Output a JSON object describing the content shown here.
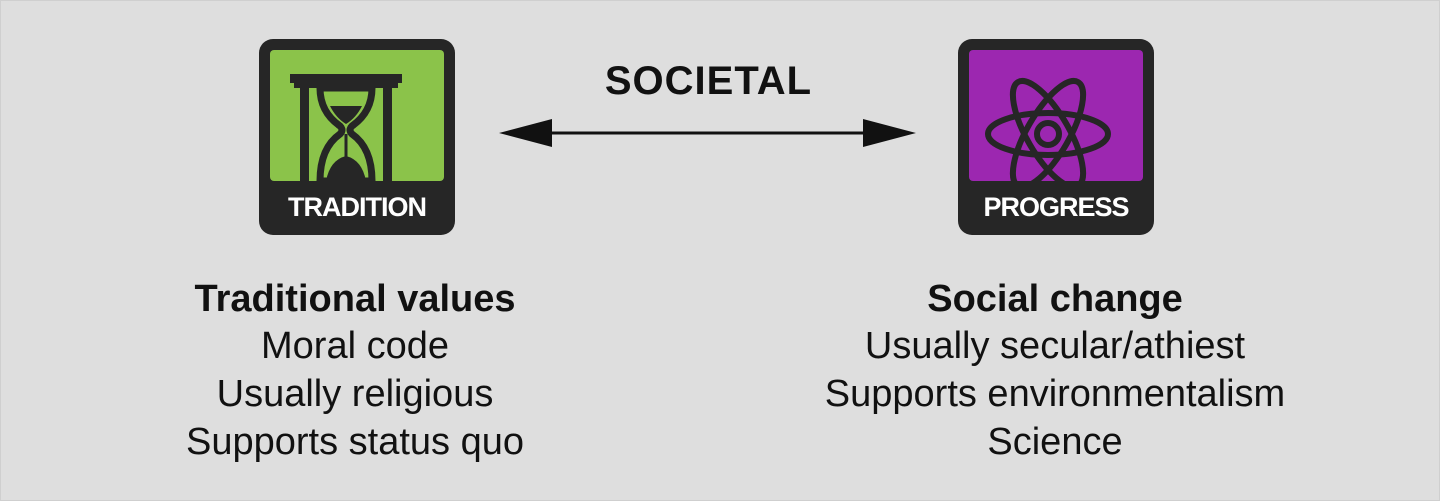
{
  "arrow": {
    "label": "SOCIETAL"
  },
  "left": {
    "badge_label": "TRADITION",
    "badge_color": "#8bc34a",
    "icon": "hourglass-icon",
    "heading": "Traditional values",
    "lines": [
      "Moral code",
      "Usually religious",
      "Supports status quo"
    ]
  },
  "right": {
    "badge_label": "PROGRESS",
    "badge_color": "#9c27b0",
    "icon": "atom-icon",
    "heading": "Social change",
    "lines": [
      "Usually secular/athiest",
      "Supports environmentalism",
      "Science"
    ]
  }
}
